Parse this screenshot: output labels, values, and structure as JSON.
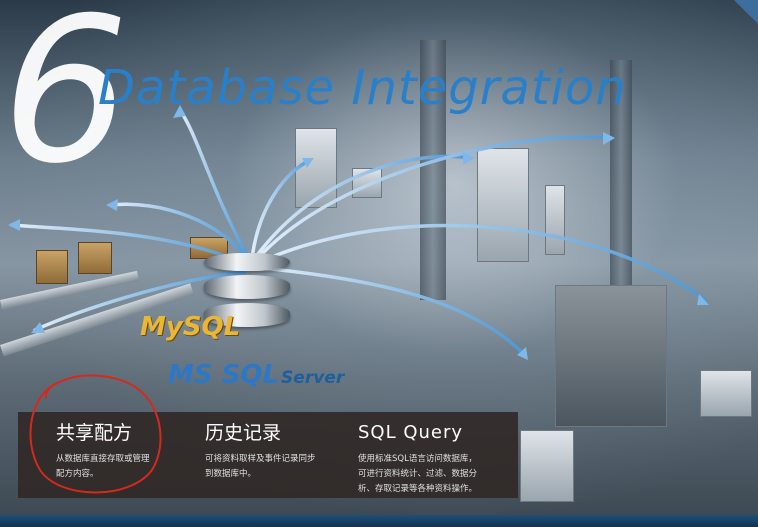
{
  "hero": {
    "number": "6",
    "title": "Database Integration"
  },
  "database_logos": {
    "mysql": "MySQL",
    "mssql": "MS SQL",
    "mssql_suffix": "Server"
  },
  "features": [
    {
      "title": "共享配方",
      "desc_line1": "从数据库直接存取或管理",
      "desc_line2": "配方内容。"
    },
    {
      "title": "历史记录",
      "desc_line1": "可将资料取样及事件记录同步",
      "desc_line2": "到数据库中。"
    },
    {
      "title": "SQL Query",
      "desc_line1": "使用标准SQL语言访问数据库，",
      "desc_line2": "可进行资料统计、过滤、数据分",
      "desc_line3": "析、存取记录等各种资料操作。"
    }
  ],
  "colors": {
    "title_blue": "#2a80c8",
    "mysql_gold": "#e9b637",
    "mssql_blue": "#2d78c6",
    "annotation_red": "#d42a1e",
    "panel_bg": "#302826"
  }
}
